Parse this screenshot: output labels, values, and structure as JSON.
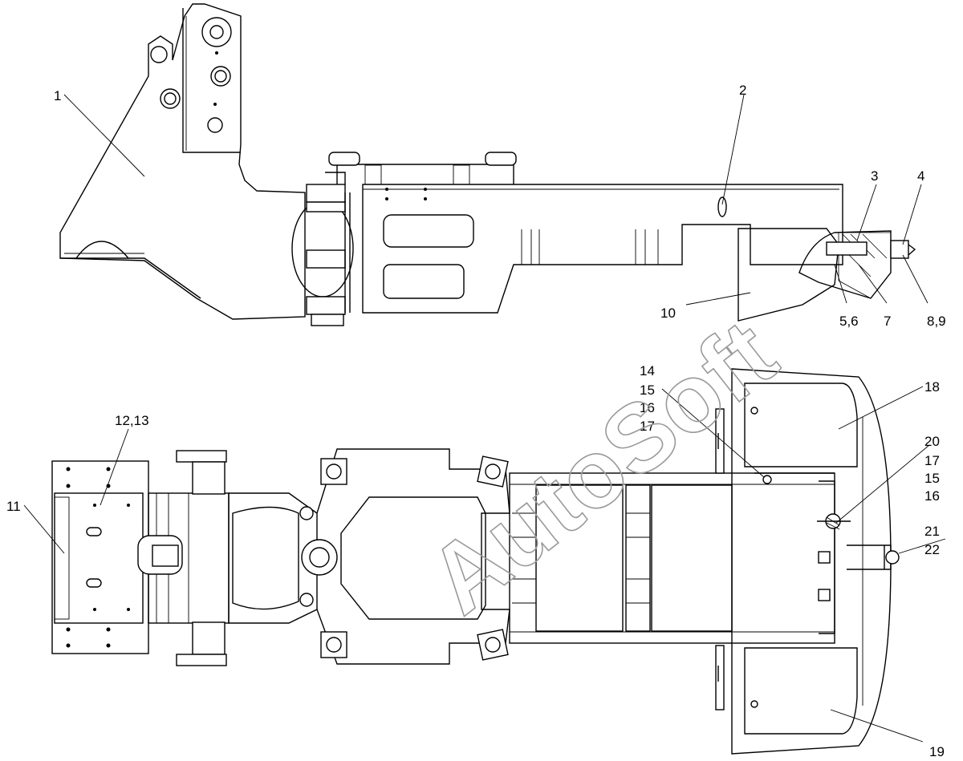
{
  "watermark": {
    "text": "AutoSoft"
  },
  "callouts": {
    "c1": "1",
    "c2": "2",
    "c3": "3",
    "c4": "4",
    "c5_6": "5,6",
    "c7": "7",
    "c8_9": "8,9",
    "c10": "10",
    "c11": "11",
    "c12_13": "12,13",
    "c14": "14",
    "c15a": "15",
    "c16a": "16",
    "c17a": "17",
    "c18": "18",
    "c19": "19",
    "c20": "20",
    "c17b": "17",
    "c15b": "15",
    "c16b": "16",
    "c21": "21",
    "c22": "22"
  }
}
